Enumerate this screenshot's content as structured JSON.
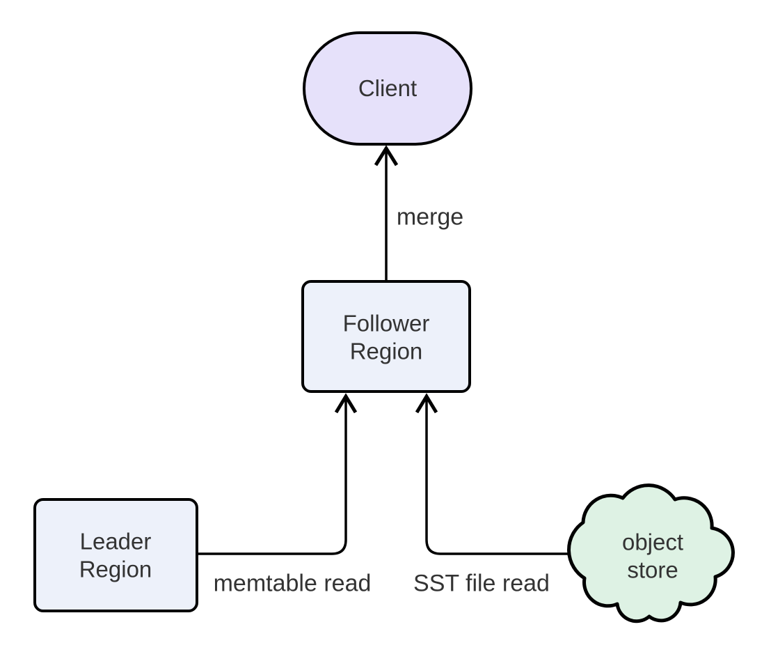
{
  "diagram": {
    "type": "flowchart",
    "background_color": "#ffffff",
    "stroke_color": "#000000",
    "text_color": "#333333",
    "nodes": [
      {
        "id": "client",
        "label": "Client",
        "shape": "stadium",
        "fill": "#e6e1fa"
      },
      {
        "id": "follower-region",
        "label": "Follower\nRegion",
        "shape": "rounded-rect",
        "fill": "#edf1fa"
      },
      {
        "id": "leader-region",
        "label": "Leader\nRegion",
        "shape": "rounded-rect",
        "fill": "#edf1fa"
      },
      {
        "id": "object-store",
        "label": "object store",
        "shape": "cloud",
        "fill": "#def2e4"
      }
    ],
    "edges": [
      {
        "from": "follower-region",
        "to": "client",
        "label": "merge"
      },
      {
        "from": "leader-region",
        "to": "follower-region",
        "label": "memtable read"
      },
      {
        "from": "object-store",
        "to": "follower-region",
        "label": "SST file read"
      }
    ]
  }
}
